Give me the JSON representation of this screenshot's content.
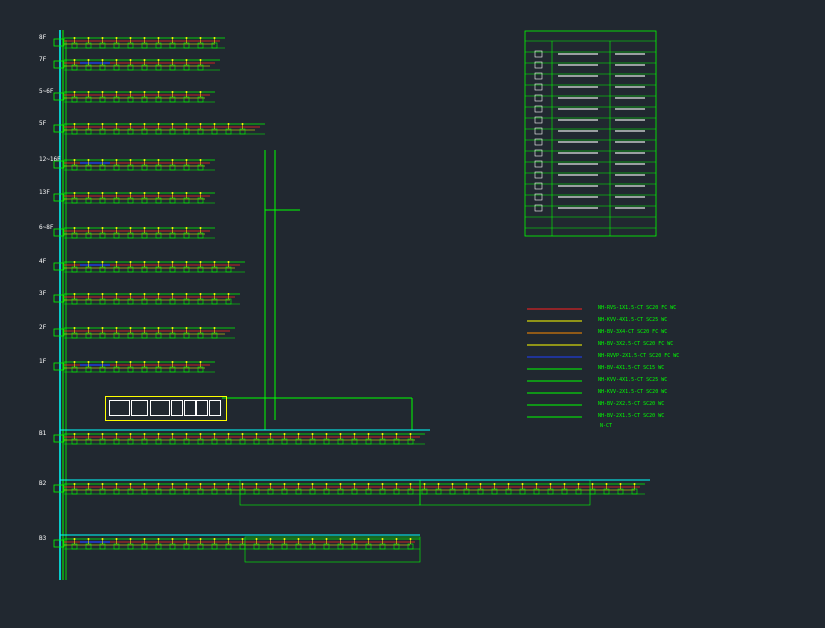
{
  "floors": [
    {
      "label": "8F"
    },
    {
      "label": "7F"
    },
    {
      "label": "5~6F"
    },
    {
      "label": "5F"
    },
    {
      "label": "12~16F"
    },
    {
      "label": "13F"
    },
    {
      "label": "6~8F"
    },
    {
      "label": "4F"
    },
    {
      "label": "3F"
    },
    {
      "label": "2F"
    },
    {
      "label": "1F"
    },
    {
      "label": "B1"
    },
    {
      "label": "B2"
    },
    {
      "label": "B3"
    }
  ],
  "cable_legend": [
    {
      "color": "#ff2020",
      "code": "NH-RVS-1X1.5-CT SC20 FC WC"
    },
    {
      "color": "#ffff00",
      "code": "NH-KVV-4X1.5-CT SC25 WC"
    },
    {
      "color": "#ff8c00",
      "code": "NH-BV-3X4-CT SC20 FC WC"
    },
    {
      "color": "#ffff00",
      "code": "NH-BV-3X2.5-CT SC20 FC WC"
    },
    {
      "color": "#2040ff",
      "code": "NH-RVVP-2X1.5-CT SC20 FC WC"
    },
    {
      "color": "#00ff00",
      "code": "NH-BV-4X1.5-CT SC15 WC"
    },
    {
      "color": "#00ff00",
      "code": "NH-KVV-4X1.5-CT SC25 WC"
    },
    {
      "color": "#00ff00",
      "code": "NH-KVV-2X1.5-CT SC20 WC"
    },
    {
      "color": "#00ff00",
      "code": "NH-BV-2X2.5-CT SC20 WC"
    },
    {
      "color": "#00ff00",
      "code": "NH-BV-2X1.5-CT SC20 WC"
    }
  ],
  "cable_note": "N-CT",
  "colors": {
    "background": "#212830",
    "bus": "#00ffff",
    "wire_green": "#00ff00",
    "wire_red": "#ff2020",
    "wire_yellow": "#ffff00",
    "wire_blue": "#2040ff",
    "table_border": "#00ff00"
  },
  "symbol_icons": [
    "smoke-detector-icon",
    "heat-detector-icon",
    "manual-alarm-icon",
    "hydrant-button-icon",
    "alarm-bell-icon",
    "speaker-icon",
    "module-icon",
    "input-module-icon",
    "fire-phone-icon",
    "damper-icon",
    "pressure-switch-icon",
    "flow-switch-icon",
    "signal-valve-icon",
    "junction-box-icon",
    "power-module-icon"
  ]
}
